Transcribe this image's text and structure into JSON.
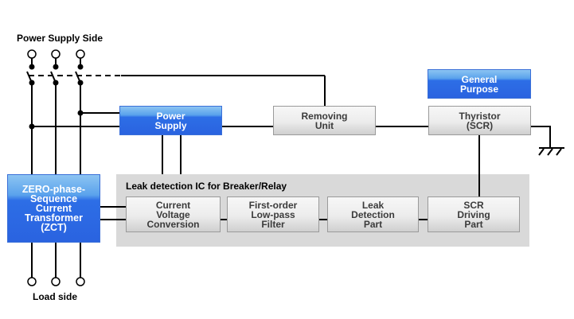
{
  "diagram": {
    "labels": {
      "power_supply_side": "Power Supply Side",
      "load_side": "Load side",
      "ic_group": "Leak detection IC for Breaker/Relay"
    },
    "blocks": {
      "power_supply": "Power\nSupply",
      "removing_unit": "Removing\nUnit",
      "general_purpose": "General\nPurpose",
      "thyristor": "Thyristor\n(SCR)",
      "zct": "ZERO-phase-\nSequence\nCurrent\nTransformer\n(ZCT)",
      "current_voltage_conversion": "Current\nVoltage\nConversion",
      "lowpass_filter": "First-order\nLow-pass\nFilter",
      "leak_detection_part": "Leak\nDetection\nPart",
      "scr_driving_part": "SCR\nDriving\nPart"
    },
    "colors": {
      "blue_block": "#2a63e0",
      "gray_block": "#e6e6e6",
      "ic_background": "#d9d9d9",
      "wire": "#000000"
    },
    "icons": [
      "terminal-icon",
      "switch-icon",
      "junction-dot-icon",
      "ground-icon"
    ]
  }
}
